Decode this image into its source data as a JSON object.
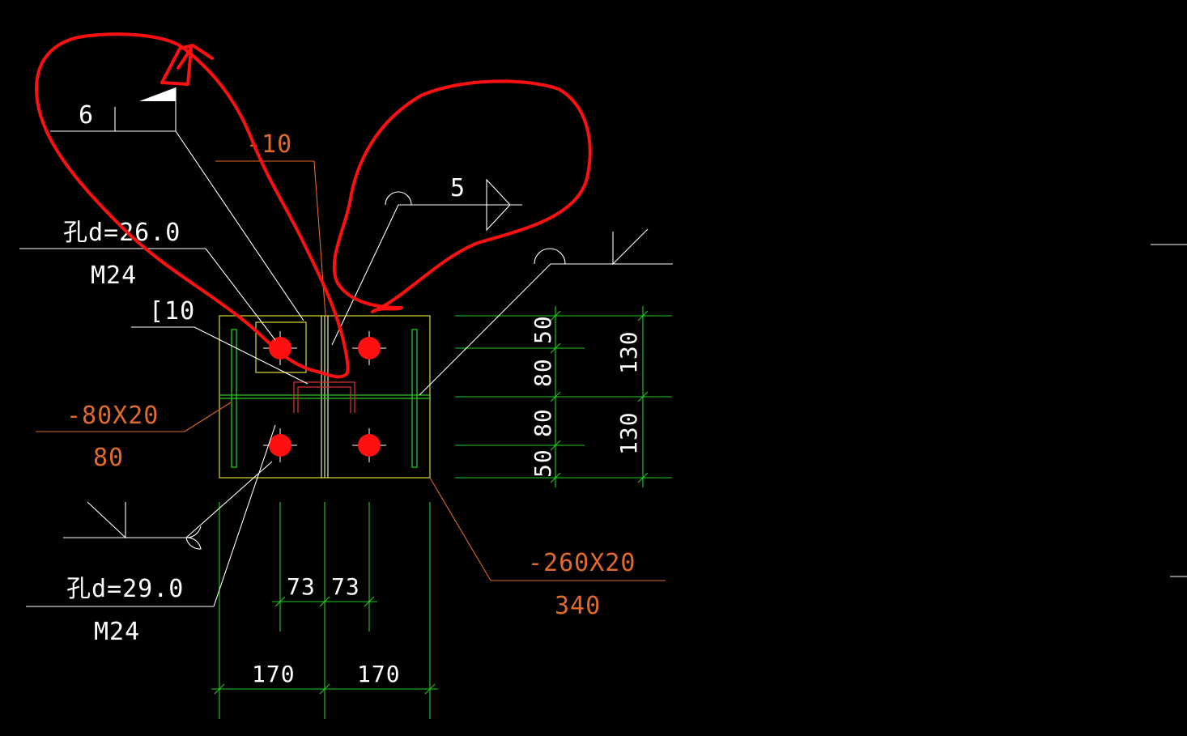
{
  "colors": {
    "background": "#000000",
    "geometry_white": "#ffffff",
    "plate_yellow": "#c8c830",
    "dimension_green": "#22cc22",
    "section_orange": "#e06a2a",
    "bolt_red": "#ff1010",
    "markup_red": "#ff1010"
  },
  "labels": {
    "weld_top_size": "6",
    "section_10_top": "-10",
    "weld_right_size": "5",
    "hole_top": "孔d=26.0",
    "bolt_top": "M24",
    "channel": "[10",
    "plate_small": "-80X20",
    "plate_small_len": "80",
    "hole_bottom": "孔d=29.0",
    "bolt_bottom": "M24",
    "plate_main": "-260X20",
    "plate_main_len": "340"
  },
  "dims": {
    "vertical_left": [
      "50",
      "80",
      "80",
      "50"
    ],
    "vertical_right": [
      "130",
      "130"
    ],
    "horizontal_inner": [
      "73",
      "73"
    ],
    "horizontal_outer": [
      "170",
      "170"
    ]
  },
  "bolts": {
    "count": 4,
    "color": "red"
  }
}
